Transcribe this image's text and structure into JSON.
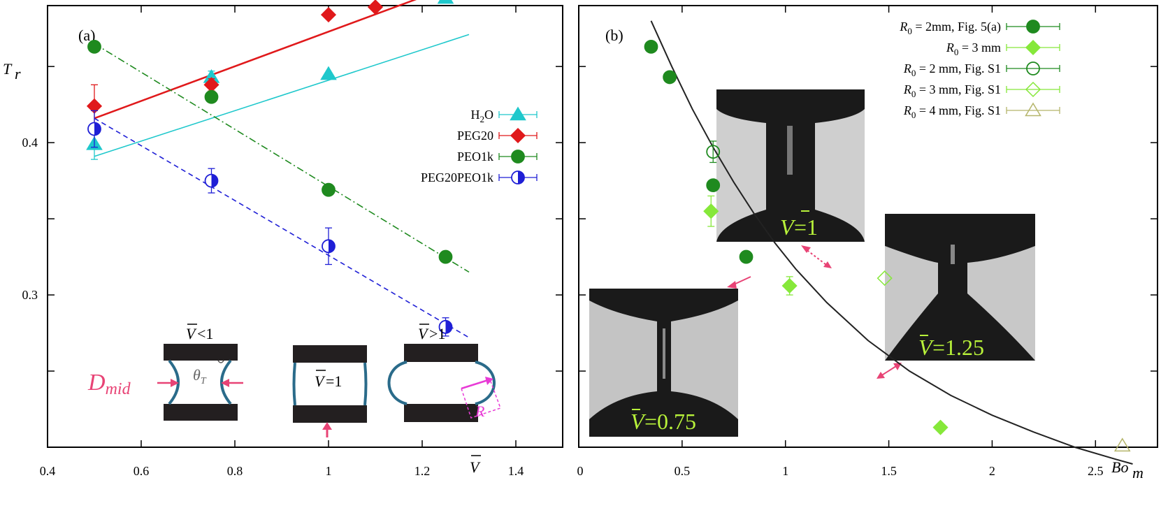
{
  "chart_data": [
    {
      "panel": "(a)",
      "type": "scatter",
      "xlabel": "V",
      "ylabel": "T",
      "ylabel_sub": "r",
      "xlim": [
        0.4,
        1.5
      ],
      "ylim": [
        0.2,
        0.49
      ],
      "xticks": [
        0.4,
        0.6,
        0.8,
        1,
        1.2,
        1.4
      ],
      "xtick_labels": [
        "0.4",
        "0.6",
        "0.8",
        "1",
        "1.2",
        "1.4"
      ],
      "yticks": [
        0.4,
        0.3
      ],
      "ytick_labels": [
        "0.4",
        "0.3"
      ],
      "series": [
        {
          "name": "H2O",
          "name_main": "H",
          "name_sub": "2",
          "name_rest": "O",
          "marker": "triangle",
          "color": "#1fc8cc",
          "x": [
            0.5,
            0.75,
            1.0,
            1.25
          ],
          "y": [
            0.399,
            0.443,
            0.445,
            0.495
          ],
          "err": [
            0.01,
            0.004,
            0,
            0.003
          ],
          "fit": {
            "x": [
              0.5,
              1.3
            ],
            "y": [
              0.391,
              0.471
            ],
            "style": "solid"
          }
        },
        {
          "name": "PEG20",
          "marker": "diamond",
          "color": "#e0191b",
          "x": [
            0.5,
            0.75,
            1.0,
            1.1
          ],
          "y": [
            0.424,
            0.438,
            0.484,
            0.489
          ],
          "err": [
            0.014,
            0.004,
            0,
            0
          ],
          "fit": {
            "x": [
              0.5,
              1.3
            ],
            "y": [
              0.416,
              0.507
            ],
            "style": "solid"
          }
        },
        {
          "name": "PEO1k",
          "marker": "circle",
          "color": "#1f8a1f",
          "x": [
            0.5,
            0.75,
            1.0,
            1.25
          ],
          "y": [
            0.463,
            0.43,
            0.369,
            0.325
          ],
          "err": [
            0,
            0,
            0,
            0
          ],
          "fit": {
            "x": [
              0.5,
              1.3
            ],
            "y": [
              0.465,
              0.315
            ],
            "style": "dashdot"
          }
        },
        {
          "name": "PEG20PEO1k",
          "marker": "half-circle",
          "color": "#1f1fd6",
          "x": [
            0.5,
            0.75,
            1.0,
            1.25
          ],
          "y": [
            0.409,
            0.375,
            0.332,
            0.279
          ],
          "err": [
            0.012,
            0.008,
            0.012,
            0.006
          ],
          "fit": {
            "x": [
              0.5,
              1.3
            ],
            "y": [
              0.416,
              0.272
            ],
            "style": "dashed"
          }
        }
      ],
      "inset": {
        "lt1": "<1",
        "gt1": ">1",
        "eq1": "=1",
        "dmid_main": "D",
        "dmid_sub": "mid",
        "theta_main": "θ",
        "theta_sub": "T",
        "r_label": "R"
      }
    },
    {
      "panel": "(b)",
      "type": "scatter",
      "xlabel": "Bo",
      "xlabel_sub": "m",
      "xlim": [
        0,
        2.8
      ],
      "ylim": [
        0.2,
        0.49
      ],
      "xticks": [
        0,
        0.5,
        1,
        1.5,
        2,
        2.5
      ],
      "xtick_labels": [
        "0",
        "0.5",
        "1",
        "1.5",
        "2",
        "2.5"
      ],
      "series": [
        {
          "name": "R0 = 2mm, Fig. 5(a)",
          "name_pre": "R",
          "name_sub": "0",
          "name_post": " = 2mm, Fig. 5(a)",
          "marker": "circle",
          "color": "#1f8a1f",
          "x": [
            0.35,
            0.44,
            0.65,
            0.81
          ],
          "y": [
            0.463,
            0.443,
            0.372,
            0.325
          ]
        },
        {
          "name": "R0 = 3 mm",
          "name_pre": "R",
          "name_sub": "0",
          "name_post": " = 3 mm",
          "marker": "diamond",
          "color": "#86e83a",
          "x": [
            0.64,
            1.02,
            1.75
          ],
          "y": [
            0.355,
            0.306,
            0.213
          ],
          "err": [
            0.01,
            0.006,
            0
          ]
        },
        {
          "name": "R0 = 2 mm, Fig. S1",
          "name_pre": "R",
          "name_sub": "0",
          "name_post": " = 2 mm, Fig. S1",
          "marker": "open-circle",
          "color": "#1f8a1f",
          "x": [
            0.65
          ],
          "y": [
            0.394
          ],
          "err": [
            0.007
          ]
        },
        {
          "name": "R0 = 3 mm, Fig. S1",
          "name_pre": "R",
          "name_sub": "0",
          "name_post": " = 3 mm, Fig. S1",
          "marker": "open-diamond",
          "color": "#86e83a",
          "x": [
            1.48
          ],
          "y": [
            0.311
          ]
        },
        {
          "name": "R0 = 4 mm, Fig. S1",
          "name_pre": "R",
          "name_sub": "0",
          "name_post": " = 4 mm, Fig. S1",
          "marker": "open-triangle",
          "color": "#b5b56b",
          "x": [
            2.63
          ],
          "y": [
            0.201
          ]
        }
      ],
      "curve": {
        "x": [
          0.35,
          0.45,
          0.55,
          0.65,
          0.75,
          0.85,
          0.95,
          1.05,
          1.2,
          1.4,
          1.6,
          1.8,
          2.0,
          2.2,
          2.4,
          2.6,
          2.68
        ],
        "y": [
          0.48,
          0.45,
          0.422,
          0.397,
          0.374,
          0.353,
          0.334,
          0.317,
          0.295,
          0.27,
          0.25,
          0.234,
          0.221,
          0.21,
          0.2,
          0.192,
          0.189
        ]
      },
      "insets": [
        {
          "label": "=1",
          "label_bar": "V"
        },
        {
          "label": "=1.25",
          "label_bar": "V"
        },
        {
          "label": "=0.75",
          "label_bar": "V"
        }
      ]
    }
  ]
}
